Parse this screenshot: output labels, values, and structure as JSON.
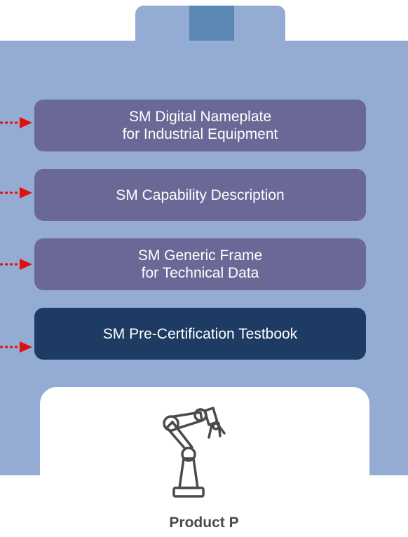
{
  "submodels": [
    {
      "line1": "SM Digital Nameplate",
      "line2": "for Industrial Equipment"
    },
    {
      "line1": "SM Capability Description",
      "line2": ""
    },
    {
      "line1": "SM Generic Frame",
      "line2": "for Technical Data"
    },
    {
      "line1": "SM Pre-Certification Testbook",
      "line2": ""
    }
  ],
  "product": {
    "label": "Product P",
    "icon": "robot-arm-icon"
  },
  "colors": {
    "shell": "#94acd4",
    "tab_square": "#5b88b4",
    "submodel": "#6a6896",
    "submodel_highlight": "#1d3b63",
    "arrow": "#e01010",
    "text_on_box": "#ffffff",
    "product_label": "#4a4a4a"
  }
}
